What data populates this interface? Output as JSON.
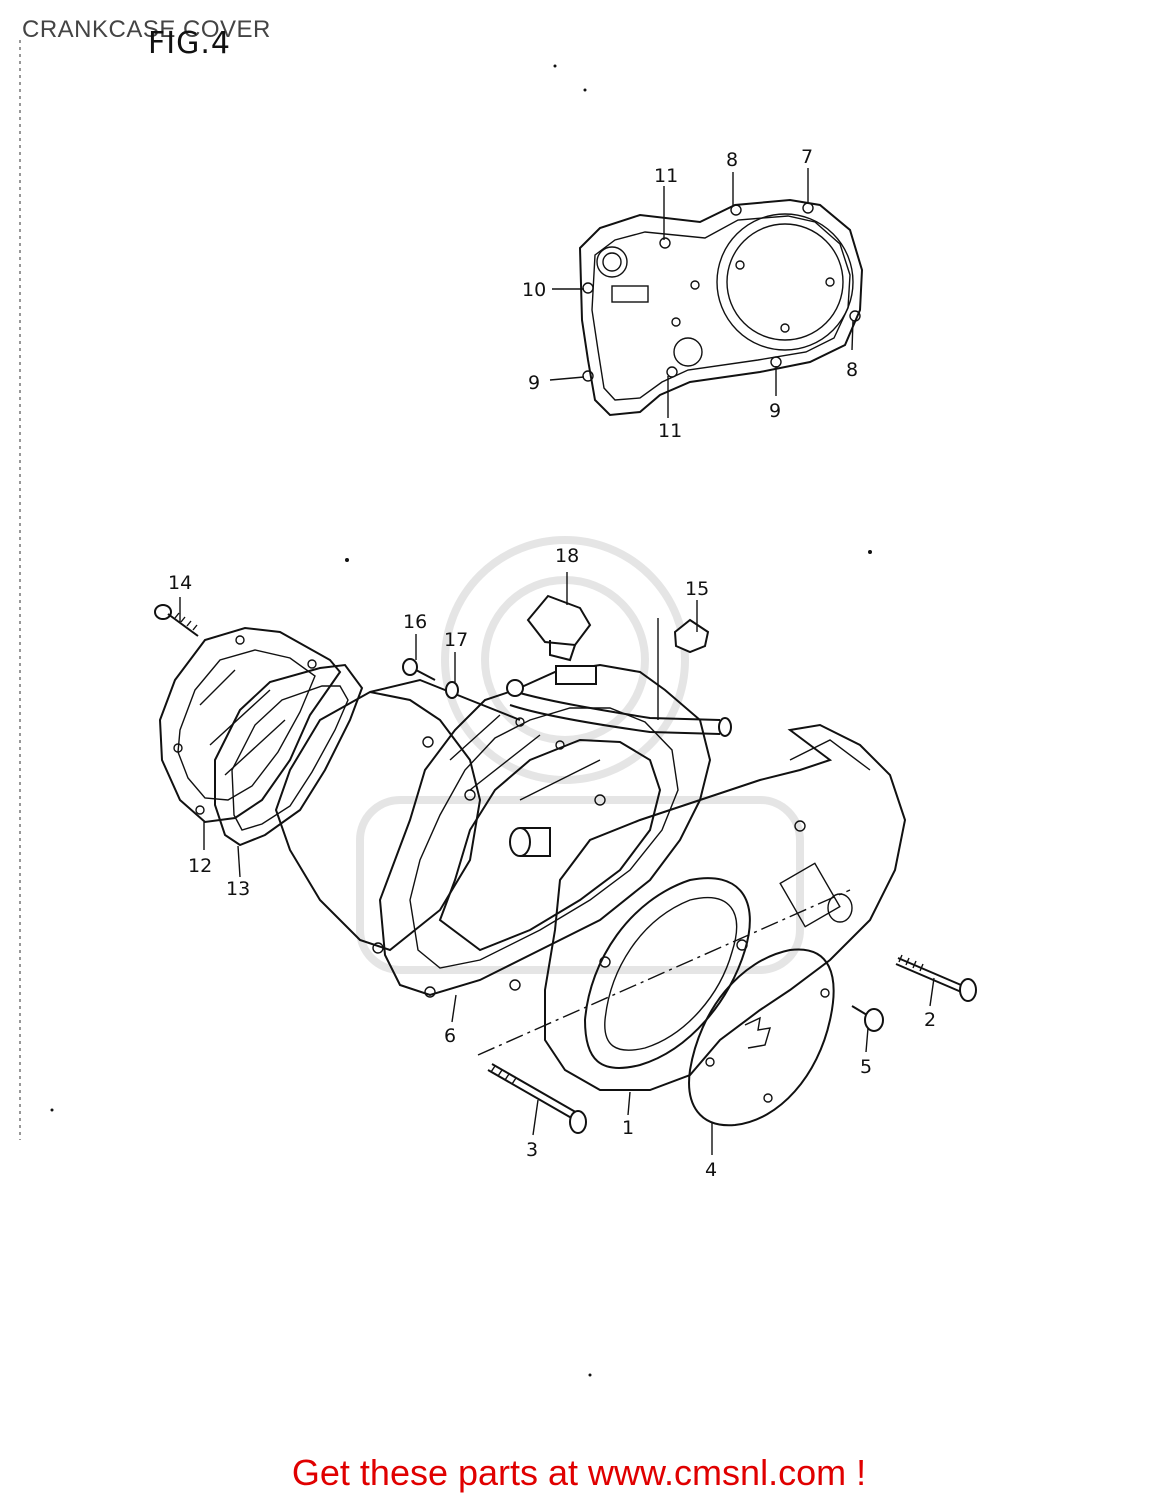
{
  "page": {
    "title": "CRANKCASE COVER",
    "figure": "FIG.4"
  },
  "callouts": {
    "c1": "1",
    "c2": "2",
    "c3": "3",
    "c4": "4",
    "c5": "5",
    "c6": "6",
    "c7": "7",
    "c8a": "8",
    "c8b": "8",
    "c9a": "9",
    "c9b": "9",
    "c10": "10",
    "c11a": "11",
    "c11b": "11",
    "c12": "12",
    "c13": "13",
    "c14": "14",
    "c15": "15",
    "c16": "16",
    "c17": "17",
    "c18": "18"
  },
  "footer": {
    "text": "Get these parts at www.cmsnl.com !"
  },
  "colors": {
    "footer": "#e00000",
    "lines": "#111111",
    "watermark": "#cfcfcf"
  }
}
